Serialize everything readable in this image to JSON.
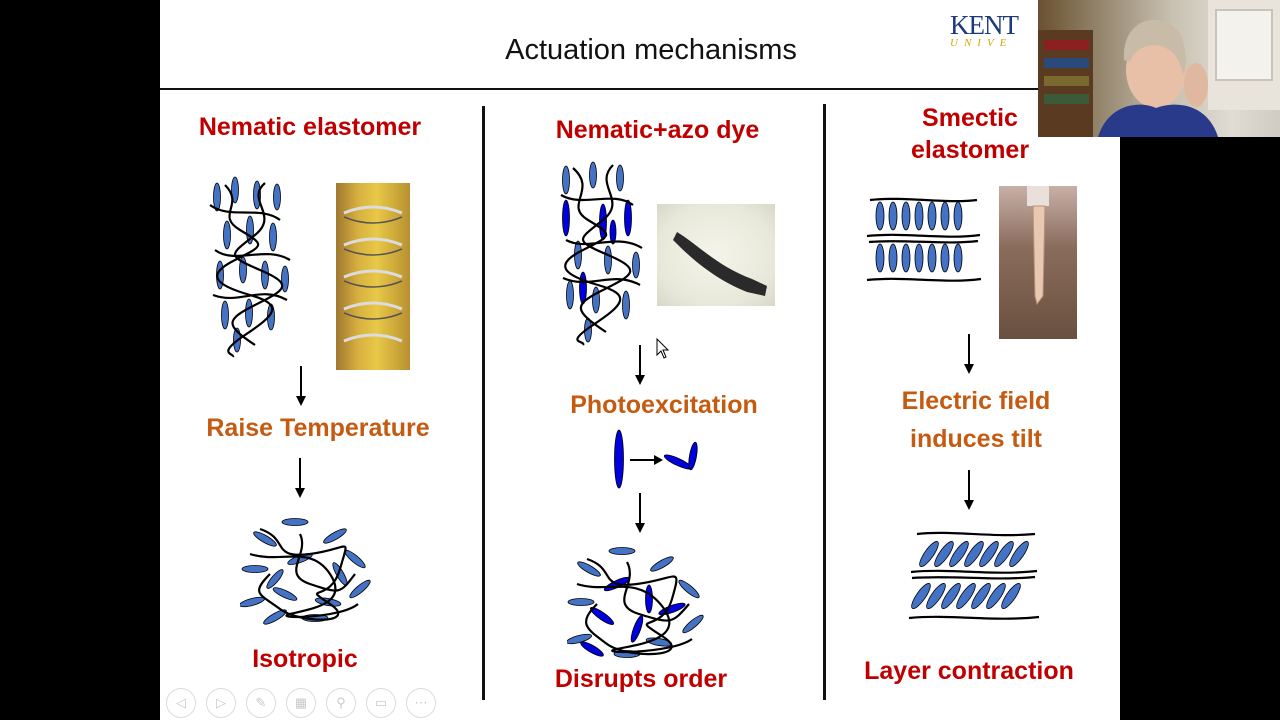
{
  "slide": {
    "title": "Actuation mechanisms",
    "logo": {
      "main": "KENT",
      "sub": "UNIVE"
    },
    "col1": {
      "heading": "Nematic elastomer",
      "step": "Raise Temperature",
      "result": "Isotropic"
    },
    "col2": {
      "heading": "Nematic+azo dye",
      "step": "Photoexcitation",
      "result": "Disrupts order"
    },
    "col3": {
      "heading_line1": "Smectic",
      "heading_line2": "elastomer",
      "step_line1": "Electric field",
      "step_line2": "induces tilt",
      "result": "Layer contraction"
    }
  },
  "toolbar": {
    "buttons": [
      "back-icon",
      "forward-icon",
      "pen-icon",
      "slides-icon",
      "zoom-icon",
      "subtitle-icon",
      "more-icon"
    ],
    "glyphs": [
      "◁",
      "▷",
      "✎",
      "▦",
      "⚲",
      "▭",
      "⋯"
    ]
  },
  "colors": {
    "heading_red": "#c00000",
    "step_orange": "#c55a11",
    "mesogen_blue": "#4472c4",
    "azo_blue": "#0000dd"
  }
}
